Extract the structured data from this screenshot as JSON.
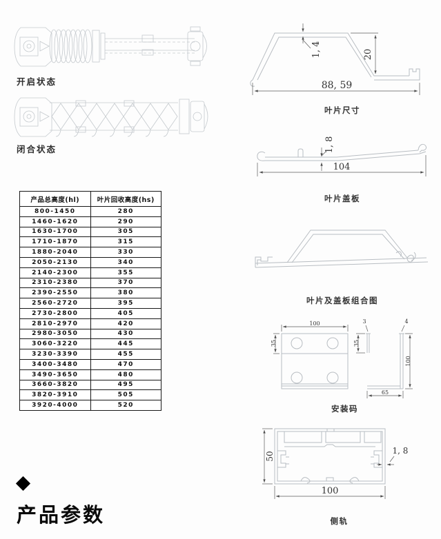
{
  "states": {
    "open_label": "开启状态",
    "closed_label": "闭合状态"
  },
  "table": {
    "headers": [
      "产品总高度(hl)",
      "叶片回收高度(hs)"
    ],
    "rows": [
      [
        "800-1450",
        "280"
      ],
      [
        "1460-1620",
        "290"
      ],
      [
        "1630-1700",
        "305"
      ],
      [
        "1710-1870",
        "315"
      ],
      [
        "1880-2040",
        "330"
      ],
      [
        "2050-2130",
        "340"
      ],
      [
        "2140-2300",
        "355"
      ],
      [
        "2310-2380",
        "370"
      ],
      [
        "2390-2550",
        "380"
      ],
      [
        "2560-2720",
        "395"
      ],
      [
        "2730-2800",
        "405"
      ],
      [
        "2810-2970",
        "420"
      ],
      [
        "2980-3050",
        "430"
      ],
      [
        "3060-3220",
        "445"
      ],
      [
        "3230-3390",
        "455"
      ],
      [
        "3400-3480",
        "470"
      ],
      [
        "3490-3650",
        "480"
      ],
      [
        "3660-3820",
        "495"
      ],
      [
        "3820-3910",
        "505"
      ],
      [
        "3920-4000",
        "520"
      ]
    ]
  },
  "figures": {
    "blade": {
      "label": "叶片尺寸",
      "dim_thickness": "1, 4",
      "dim_height": "20",
      "dim_width": "88, 59"
    },
    "cover": {
      "label": "叶片盖板",
      "dim_thickness": "1, 8",
      "dim_width": "104"
    },
    "assembly": {
      "label": "叶片及盖板组合图"
    },
    "bracket": {
      "label": "安装码",
      "front_width": "100",
      "front_offset": "35",
      "leader_left": "3",
      "leader_right": "4",
      "side_offset": "35",
      "side_height": "100",
      "side_depth": "65"
    },
    "rail": {
      "label": "侧轨",
      "dim_height": "50",
      "dim_thickness": "1, 8",
      "dim_width": "100"
    }
  },
  "footer": {
    "title": "产品参数"
  },
  "colors": {
    "profile_line": "#b8bdc2",
    "dimension_line": "#5a5a5a",
    "text": "#222222"
  }
}
